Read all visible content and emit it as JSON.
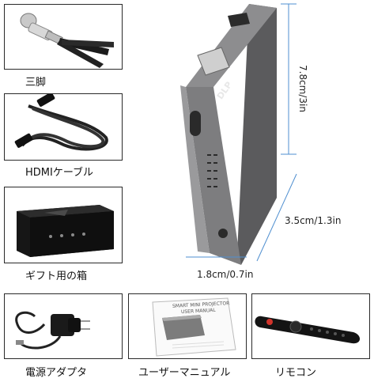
{
  "accessories": [
    {
      "id": "tripod",
      "label": "三脚",
      "icon": "tripod-icon"
    },
    {
      "id": "hdmi",
      "label": "HDMIケーブル",
      "icon": "hdmi-cable-icon"
    },
    {
      "id": "giftbox",
      "label": "ギフト用の箱",
      "icon": "gift-box-icon"
    },
    {
      "id": "adapter",
      "label": "電源アダプタ",
      "icon": "power-adapter-icon"
    },
    {
      "id": "manual",
      "label": "ユーザーマニュアル",
      "icon": "user-manual-icon"
    },
    {
      "id": "remote",
      "label": "リモコン",
      "icon": "remote-control-icon"
    }
  ],
  "dimensions": {
    "height": "7.8cm/3in",
    "depth": "3.5cm/1.3in",
    "thickness": "1.8cm/0.7in"
  },
  "manual_text": {
    "line1": "SMART MINI PROJECTOR",
    "line2": "USER MANUAL"
  },
  "projector_badge": "DLP",
  "colors": {
    "frame": "#2a2a2a",
    "projector_body": "#7d7d7f",
    "dimension_line": "#4f8fd0"
  }
}
